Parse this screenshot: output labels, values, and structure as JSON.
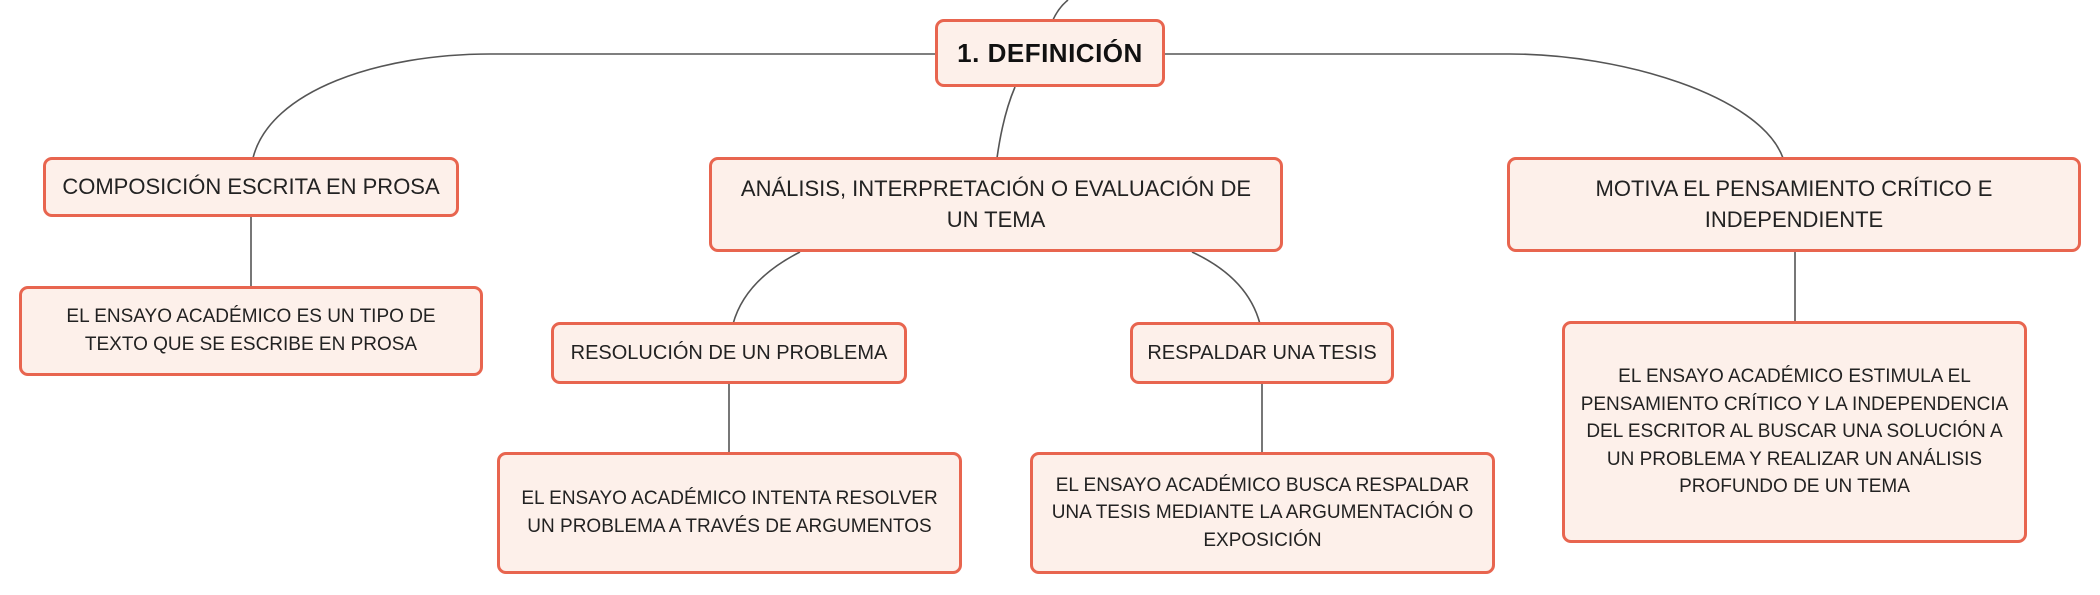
{
  "root": {
    "label": "1. DEFINICIÓN"
  },
  "branches": {
    "left": {
      "label": "COMPOSICIÓN ESCRITA EN PROSA",
      "detail": "EL ENSAYO ACADÉMICO ES UN TIPO DE TEXTO QUE SE ESCRIBE EN PROSA"
    },
    "center": {
      "label": "ANÁLISIS, INTERPRETACIÓN O EVALUACIÓN DE UN TEMA",
      "children": [
        {
          "label": "RESOLUCIÓN DE UN PROBLEMA",
          "detail": "EL ENSAYO ACADÉMICO INTENTA RESOLVER UN PROBLEMA A TRAVÉS DE ARGUMENTOS"
        },
        {
          "label": "RESPALDAR UNA TESIS",
          "detail": "EL ENSAYO ACADÉMICO BUSCA RESPALDAR UNA TESIS MEDIANTE LA ARGUMENTACIÓN O EXPOSICIÓN"
        }
      ]
    },
    "right": {
      "label": "MOTIVA EL PENSAMIENTO CRÍTICO E INDEPENDIENTE",
      "detail": "EL ENSAYO ACADÉMICO ESTIMULA EL PENSAMIENTO CRÍTICO Y LA INDEPENDENCIA DEL ESCRITOR AL BUSCAR UNA SOLUCIÓN A UN PROBLEMA Y REALIZAR UN ANÁLISIS PROFUNDO DE UN TEMA"
    }
  },
  "colors": {
    "node_border": "#e8654f",
    "node_fill": "#fdf0ea",
    "connector": "#555555"
  }
}
